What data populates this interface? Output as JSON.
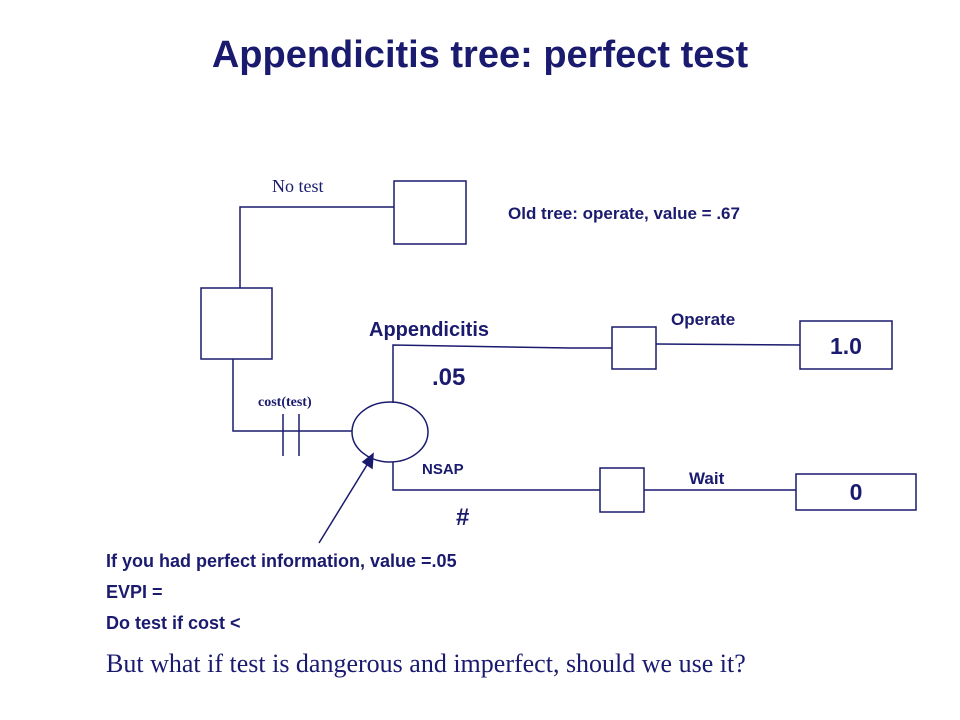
{
  "slide": {
    "title": "Appendicitis tree:  perfect test"
  },
  "tree": {
    "no_test_label": "No test",
    "old_tree_note": "Old tree: operate, value = .67",
    "cost_label": "cost(test)",
    "appendicitis_label": "Appendicitis",
    "appendicitis_prob": ".05",
    "nsap_label": "NSAP",
    "nsap_prob": "#",
    "operate_label": "Operate",
    "operate_value": "1.0",
    "wait_label": "Wait",
    "wait_value": "0"
  },
  "notes": {
    "line1": "If you had perfect information, value =.05",
    "line2": "EVPI =",
    "line3": "Do test if cost <",
    "question": "But what if test is dangerous and imperfect, should we use it?"
  },
  "colors": {
    "text": "#1a1a6e",
    "lines": "#1a1a6e"
  }
}
